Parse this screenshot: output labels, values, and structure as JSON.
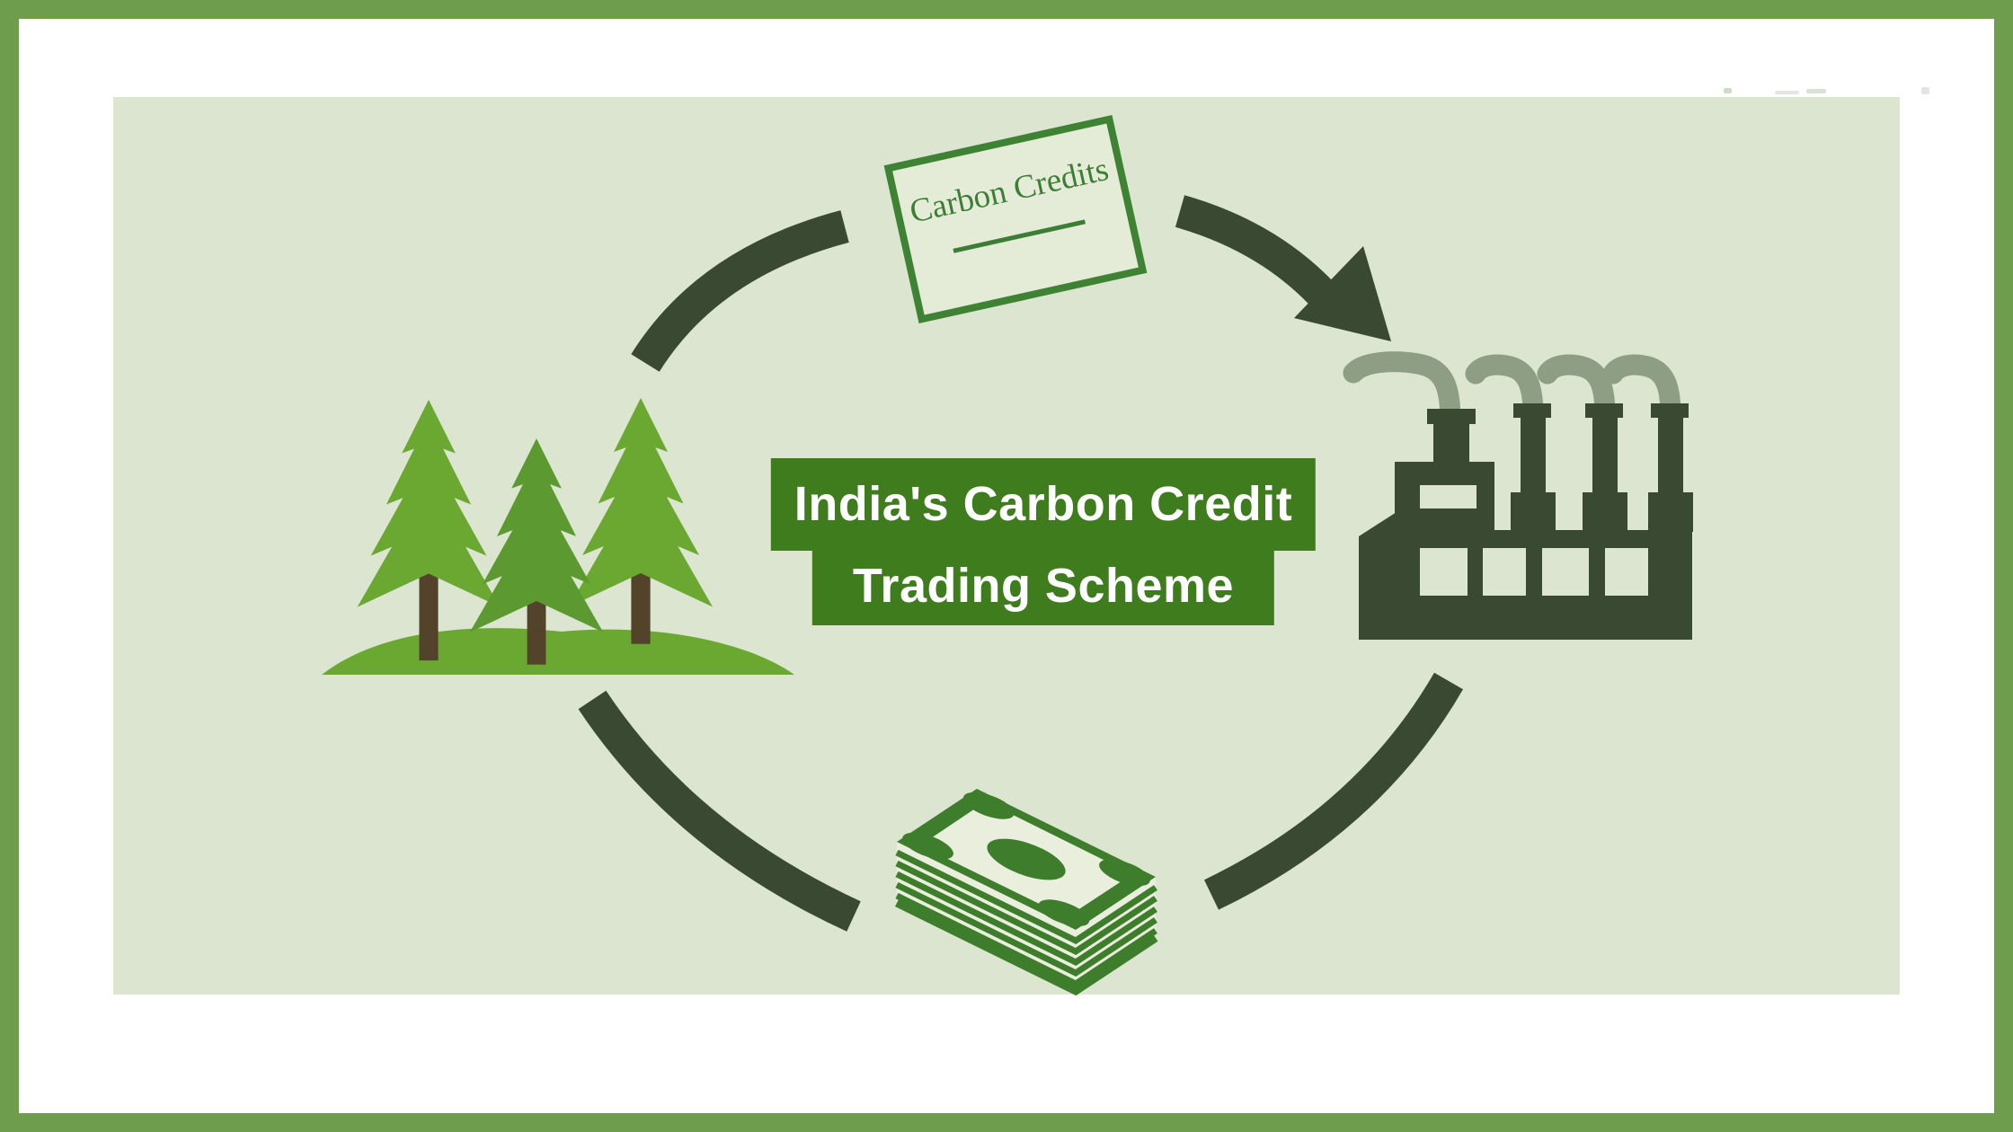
{
  "title": {
    "line1": "India's Carbon Credit",
    "line2": "Trading Scheme"
  },
  "certificate": {
    "label": "Carbon Credits"
  },
  "icons": {
    "forest": "pine-trees-icon",
    "certificate": "carbon-credits-certificate",
    "factory": "factory-icon",
    "money": "cash-stack-icon",
    "arrows": "circular-flow-arrows"
  },
  "flow": {
    "type": "circular",
    "direction": "clockwise",
    "stations": [
      "forest",
      "carbon-credits-certificate",
      "factory",
      "money"
    ]
  },
  "colors": {
    "page_bg": "#ffffff",
    "frame_green": "#6f9d4e",
    "panel_bg": "#dbe5d0",
    "dark_green": "#3a4931",
    "smoke_gray_green": "#8d9e85",
    "title_bg_green": "#3f7c1d",
    "title_text": "#ffffff",
    "certificate_green": "#3e8233",
    "certificate_bg": "#e4ebd7",
    "money_green": "#3e7d2b",
    "bill_face": "#e9efdc",
    "tree_green": "#6aa832",
    "tree_green_dark": "#5c9a31",
    "trunk_brown": "#53432a"
  }
}
